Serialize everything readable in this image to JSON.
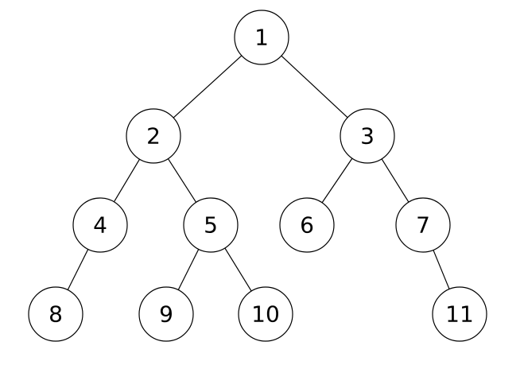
{
  "tree": {
    "nodes": [
      {
        "id": "1",
        "label": "1"
      },
      {
        "id": "2",
        "label": "2"
      },
      {
        "id": "3",
        "label": "3"
      },
      {
        "id": "4",
        "label": "4"
      },
      {
        "id": "5",
        "label": "5"
      },
      {
        "id": "6",
        "label": "6"
      },
      {
        "id": "7",
        "label": "7"
      },
      {
        "id": "8",
        "label": "8"
      },
      {
        "id": "9",
        "label": "9"
      },
      {
        "id": "10",
        "label": "10"
      },
      {
        "id": "11",
        "label": "11"
      }
    ],
    "edges": [
      {
        "from": "1",
        "to": "2"
      },
      {
        "from": "1",
        "to": "3"
      },
      {
        "from": "2",
        "to": "4"
      },
      {
        "from": "2",
        "to": "5"
      },
      {
        "from": "3",
        "to": "6"
      },
      {
        "from": "3",
        "to": "7"
      },
      {
        "from": "4",
        "to": "8"
      },
      {
        "from": "5",
        "to": "9"
      },
      {
        "from": "5",
        "to": "10"
      },
      {
        "from": "7",
        "to": "11"
      }
    ]
  }
}
